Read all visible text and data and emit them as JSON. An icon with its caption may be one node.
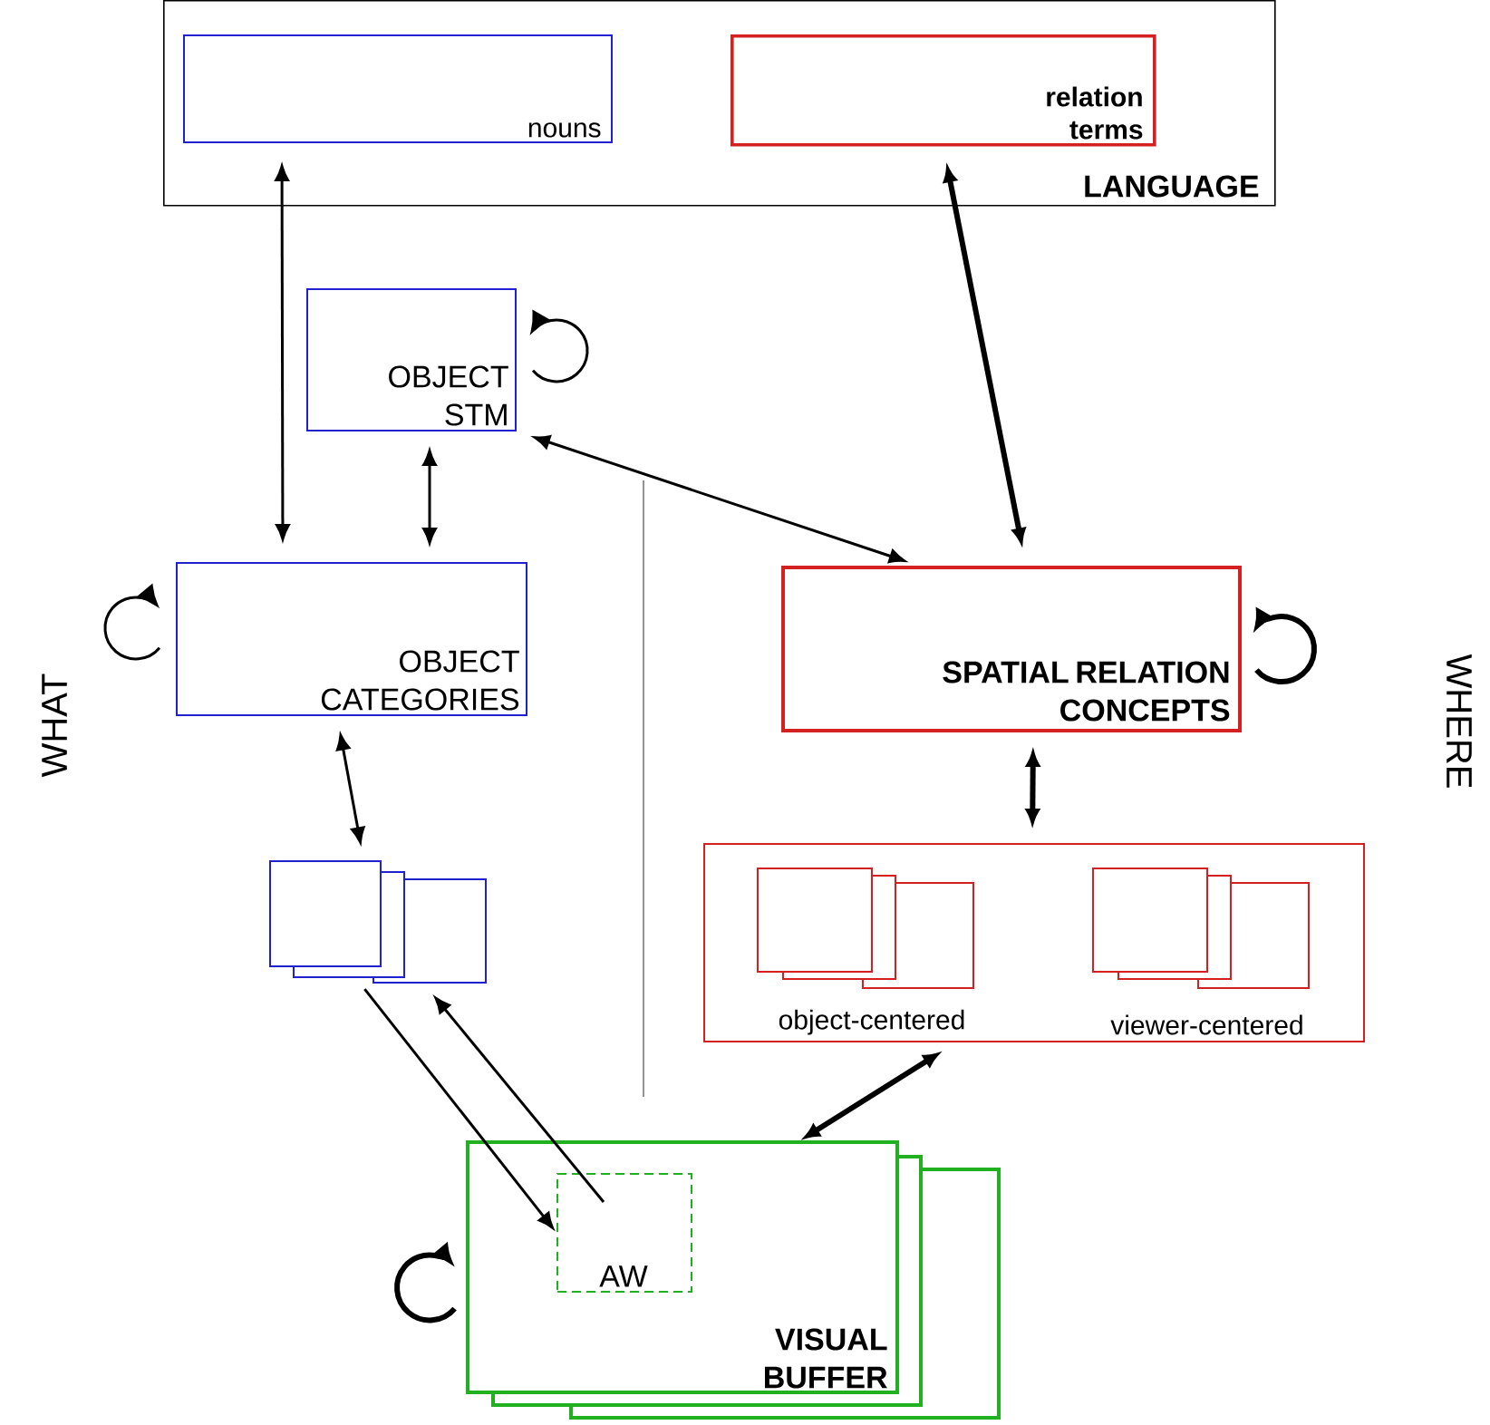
{
  "diagram": {
    "nodes": [
      {
        "text": [
          "LANGUAGE"
        ]
      },
      {
        "text": [
          "nouns"
        ],
        "in": 0
      },
      {
        "text": [
          "relation terms"
        ],
        "in": 0
      },
      {
        "text": [
          "OBJECT STM"
        ]
      },
      {
        "text": [
          "OBJECT CATEGORIES"
        ]
      },
      {
        "text": [],
        "shape": "box"
      },
      {
        "text": [
          "SPATIAL RELATION CONCEPTS"
        ]
      },
      {
        "text": [],
        "shape": "box"
      },
      {
        "text": [
          "object-centered"
        ],
        "in": 7
      },
      {
        "text": [
          "viewer-centered"
        ],
        "in": 7
      },
      {
        "text": [
          "VISUAL BUFFER"
        ]
      },
      {
        "text": [
          "AW"
        ],
        "in": 10
      }
    ],
    "edges": [
      {
        "from": 1,
        "to": 4,
        "arrow": "both"
      },
      {
        "from": 3,
        "to": 4,
        "arrow": "both"
      },
      {
        "from": 3,
        "to": 6,
        "arrow": "both"
      },
      {
        "from": 2,
        "to": 6,
        "arrow": "both",
        "style": "thick"
      },
      {
        "from": 4,
        "to": 5,
        "arrow": "both"
      },
      {
        "from": 5,
        "to": 11,
        "arrow": "to"
      },
      {
        "from": 11,
        "to": 5,
        "arrow": "to"
      },
      {
        "from": 7,
        "to": 10,
        "arrow": "both",
        "style": "thick"
      },
      {
        "from": 6,
        "to": 7,
        "arrow": "both",
        "style": "thick"
      }
    ],
    "labels": [
      "WHAT",
      "WHERE"
    ]
  }
}
